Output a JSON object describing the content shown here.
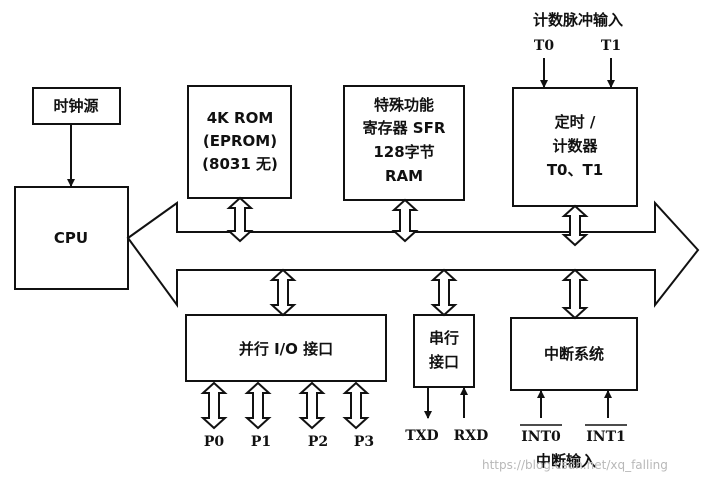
{
  "blocks": {
    "clock": "时钟源",
    "cpu": "CPU",
    "rom": [
      "4K ROM",
      "(EPROM)",
      "(8031 无)"
    ],
    "sfr": [
      "特殊功能",
      "寄存器 SFR",
      "128字节",
      "RAM"
    ],
    "timer": [
      "定时 /",
      "计数器",
      "T0、T1"
    ],
    "parallel_io": "并行 I/O 接口",
    "serial": [
      "串行",
      "接口"
    ],
    "interrupt": "中断系统"
  },
  "labels": {
    "count_input": "计数脉冲输入",
    "t0": "T0",
    "t1": "T1",
    "p0": "P0",
    "p1": "P1",
    "p2": "P2",
    "p3": "P3",
    "txd": "TXD",
    "rxd": "RXD",
    "int0": "INT0",
    "int1": "INT1",
    "interrupt_input": "中断输入"
  },
  "watermark": "https://blog.csdn.net/xq_falling"
}
